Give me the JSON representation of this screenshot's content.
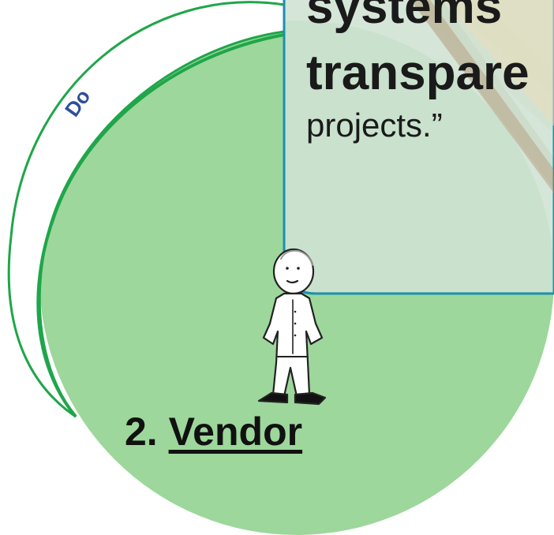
{
  "quote": {
    "line1": "systems",
    "line2": "transpare",
    "line3": "projects.”"
  },
  "arc": {
    "label": "Do"
  },
  "role": {
    "number": "2. ",
    "name": "Vendor"
  },
  "colors": {
    "circle_fill": "#9dd79b",
    "arc_stroke": "#1fa64a",
    "panel_border": "#1b8fb0",
    "panel_fill": "#cfe2d4"
  },
  "icons": {
    "character": "standing-person-icon"
  }
}
